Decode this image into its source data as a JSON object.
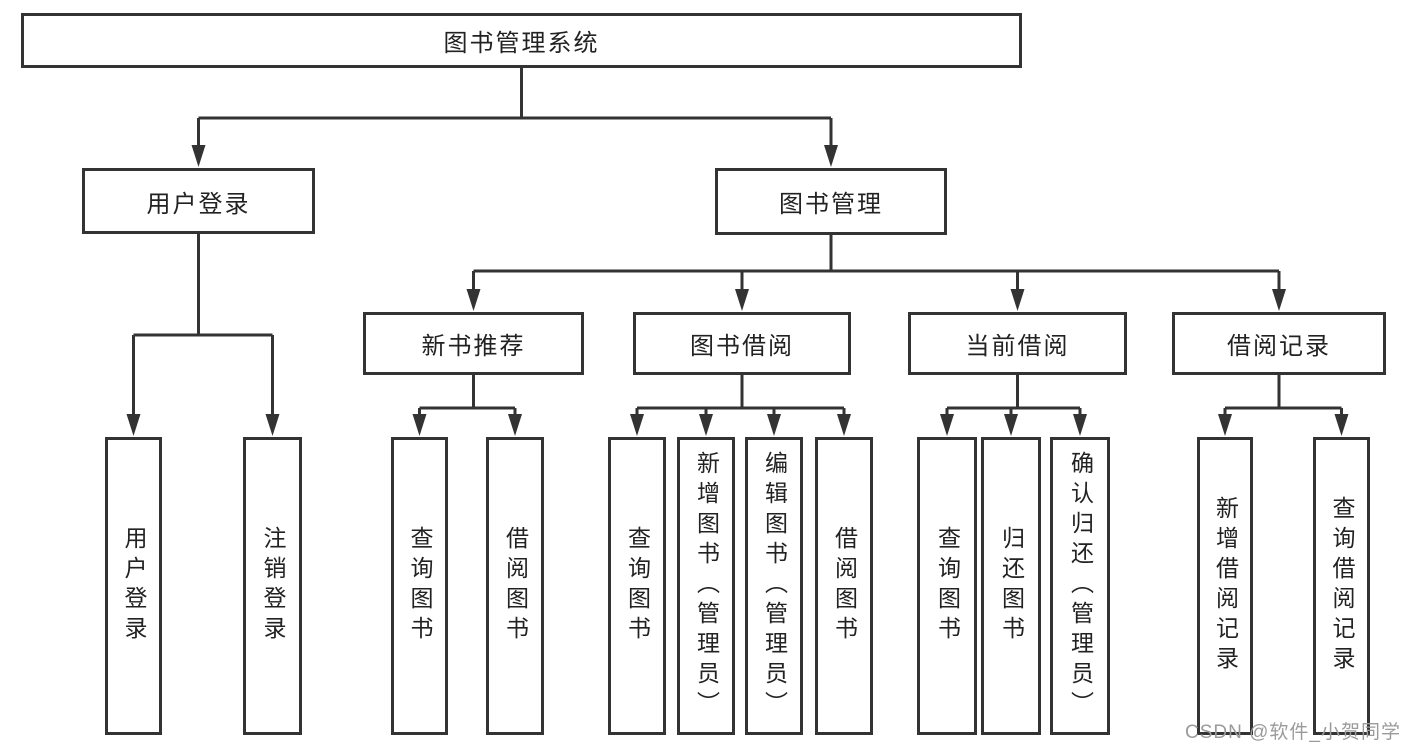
{
  "diagram": {
    "title": "图书管理系统",
    "root": {
      "label": "图书管理系统"
    },
    "level2": [
      {
        "label": "用户登录"
      },
      {
        "label": "图书管理"
      }
    ],
    "level3": [
      {
        "label": "新书推荐",
        "parent": "图书管理"
      },
      {
        "label": "图书借阅",
        "parent": "图书管理"
      },
      {
        "label": "当前借阅",
        "parent": "图书管理"
      },
      {
        "label": "借阅记录",
        "parent": "图书管理"
      }
    ],
    "leaves": [
      {
        "label": "用户登录",
        "parent": "用户登录"
      },
      {
        "label": "注销登录",
        "parent": "用户登录"
      },
      {
        "label": "查询图书",
        "parent": "新书推荐"
      },
      {
        "label": "借阅图书",
        "parent": "新书推荐"
      },
      {
        "label": "查询图书",
        "parent": "图书借阅"
      },
      {
        "label": "新增图书（管理员）",
        "parent": "图书借阅"
      },
      {
        "label": "编辑图书（管理员）",
        "parent": "图书借阅"
      },
      {
        "label": "借阅图书",
        "parent": "图书借阅"
      },
      {
        "label": "查询图书",
        "parent": "当前借阅"
      },
      {
        "label": "归还图书",
        "parent": "当前借阅"
      },
      {
        "label": "确认归还（管理员）",
        "parent": "当前借阅"
      },
      {
        "label": "新增借阅记录",
        "parent": "借阅记录"
      },
      {
        "label": "查询借阅记录",
        "parent": "借阅记录"
      }
    ]
  },
  "watermark": {
    "text": "CSDN @软件_小贺同学"
  },
  "colors": {
    "line": "#333333",
    "box_border": "#333333",
    "text": "#222222",
    "background": "#ffffff",
    "watermark": "#9b9b9b"
  }
}
